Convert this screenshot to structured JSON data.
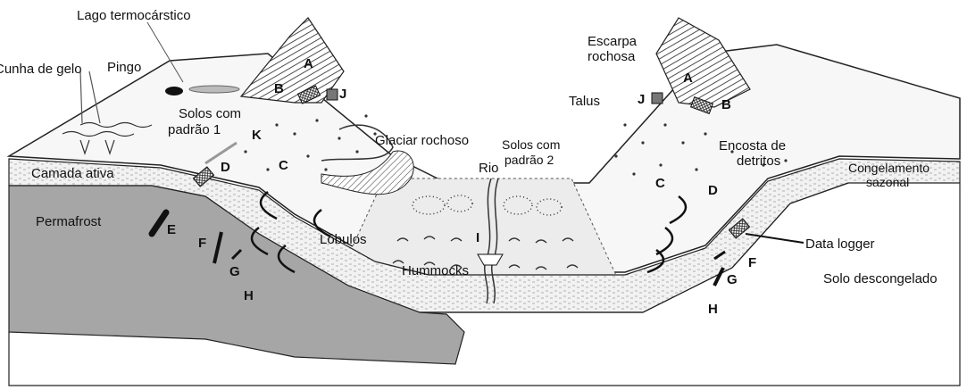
{
  "labels": {
    "lago": "Lago termocárstico",
    "cunha": "Cunha de gelo",
    "pingo": "Pingo",
    "solos1_l1": "Solos com",
    "solos1_l2": "padrão 1",
    "camada": "Camada ativa",
    "permafrost": "Permafrost",
    "glaciar": "Glaciar rochoso",
    "lobulos": "Lóbulos",
    "hummocks": "Hummocks",
    "rio": "Rio",
    "solos2_l1": "Solos com",
    "solos2_l2": "padrão 2",
    "escarpa_l1": "Escarpa",
    "escarpa_l2": "rochosa",
    "talus": "Talus",
    "encosta_l1": "Encosta de",
    "encosta_l2": "detritos",
    "congel_l1": "Congelamento",
    "congel_l2": "sazonal",
    "datalogger": "Data logger",
    "solo_desc": "Solo descongelado"
  },
  "letters": {
    "A": "A",
    "B": "B",
    "C": "C",
    "D": "D",
    "E": "E",
    "F": "F",
    "G": "G",
    "H": "H",
    "I": "I",
    "J": "J",
    "K": "K"
  }
}
